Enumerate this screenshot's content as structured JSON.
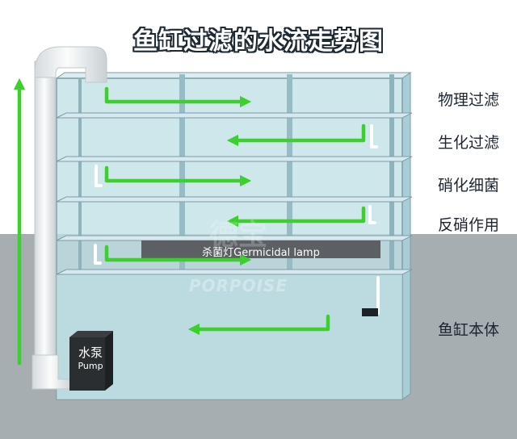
{
  "title": "鱼缸过滤的水流走势图",
  "layers": [
    {
      "label": "物理过滤"
    },
    {
      "label": "生化过滤"
    },
    {
      "label": "硝化细菌"
    },
    {
      "label": "反硝作用"
    },
    {
      "label": "鱼缸本体"
    }
  ],
  "lamp": {
    "label": "杀菌灯Germicidal lamp"
  },
  "pump": {
    "label_cn": "水泵",
    "label_en": "Pump"
  },
  "watermark": {
    "text_top": "德宝",
    "text_bottom": "PORPOISE"
  },
  "colors": {
    "background_grey": "#a6aeb2",
    "water": "#bfe0e6",
    "glass_edge": "#7f9ba5",
    "flow_arrow": "#3ccf2e",
    "pipe": "#eef1f3",
    "pump": "#2b2e31",
    "lamp": "#5c6064"
  }
}
